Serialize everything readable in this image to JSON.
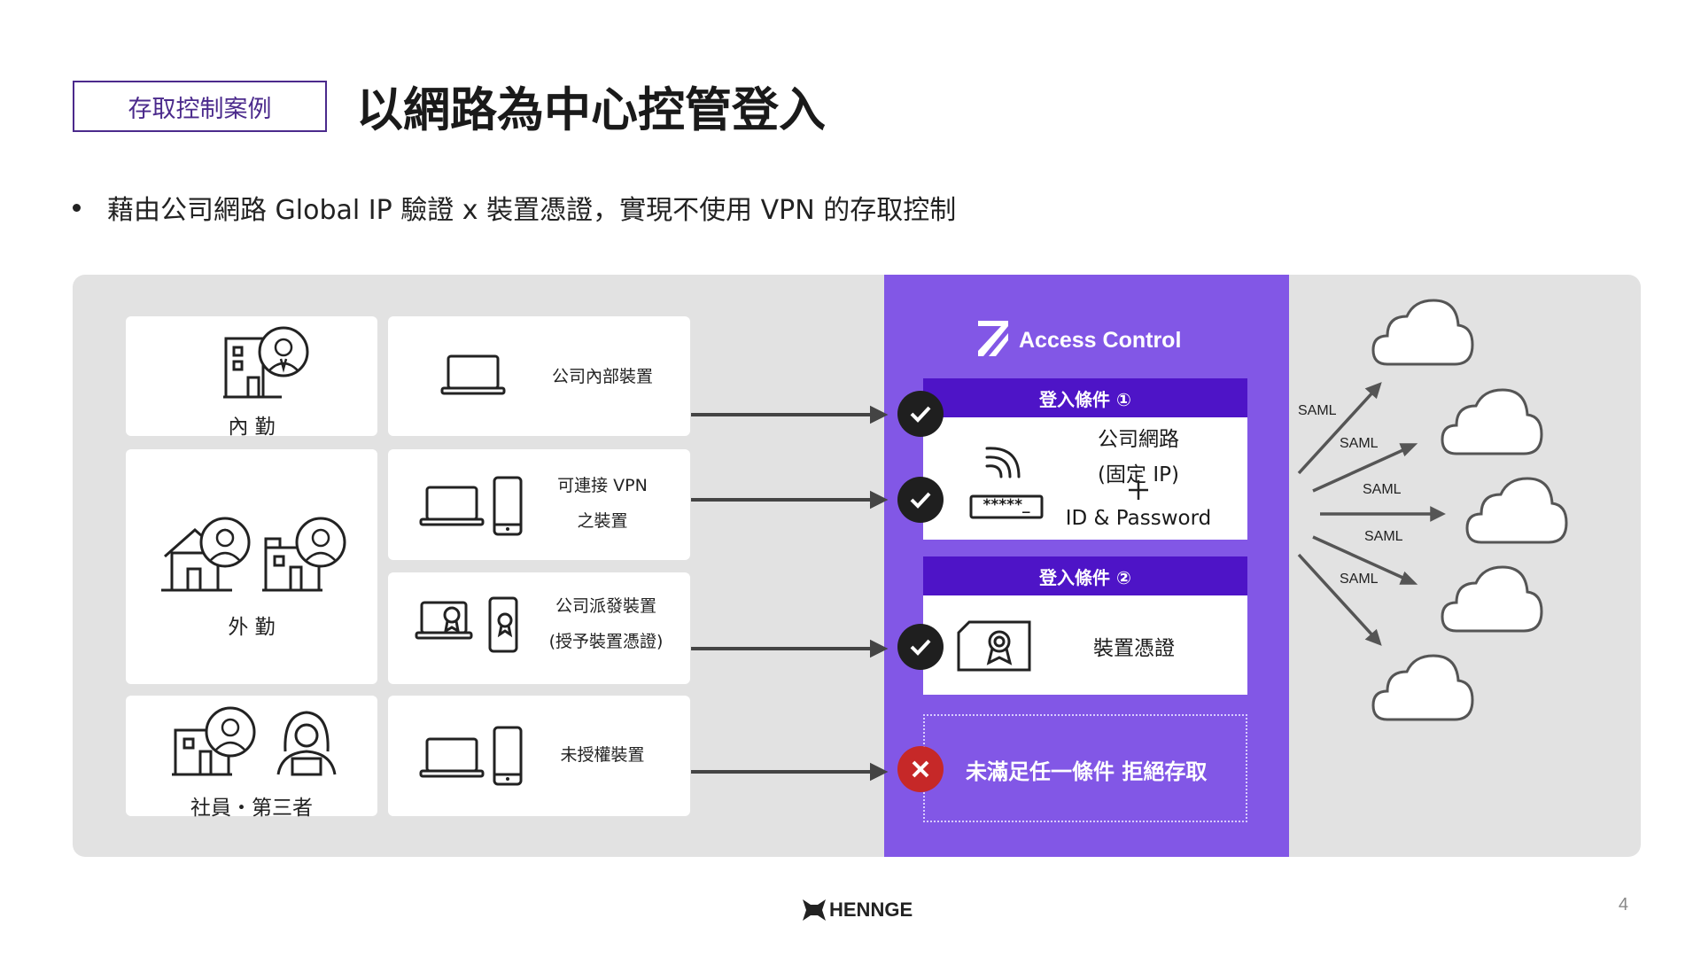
{
  "header": {
    "tag": "存取控制案例",
    "title": "以網路為中心控管登入",
    "bullet": "藉由公司網路 Global IP 驗證 x 裝置憑證，實現不使用 VPN 的存取控制"
  },
  "users": {
    "internal": "內 勤",
    "remote": "外 勤",
    "third_party": "社員・第三者"
  },
  "devices": {
    "internal": "公司內部裝置",
    "vpn_line1": "可連接 VPN",
    "vpn_line2": "之裝置",
    "issued_line1": "公司派發裝置",
    "issued_line2": "(授予裝置憑證)",
    "unauthorized": "未授權裝置"
  },
  "access_control": {
    "title": "Access Control",
    "condition1_title": "登入條件 ①",
    "condition1_line1": "公司網路",
    "condition1_line2": "(固定 IP)",
    "condition1_line3": "ID & Password",
    "password_mask": "*****_",
    "condition2_title": "登入條件 ②",
    "condition2_text": "裝置憑證",
    "reject_text": "未滿足任一條件 拒絕存取"
  },
  "saml": [
    "SAML",
    "SAML",
    "SAML",
    "SAML",
    "SAML"
  ],
  "footer": {
    "brand": "HENNGE",
    "page": "4"
  },
  "colors": {
    "accent_purple": "#8257e6",
    "dark_purple": "#4e14c7",
    "reject_red": "#c62828"
  }
}
